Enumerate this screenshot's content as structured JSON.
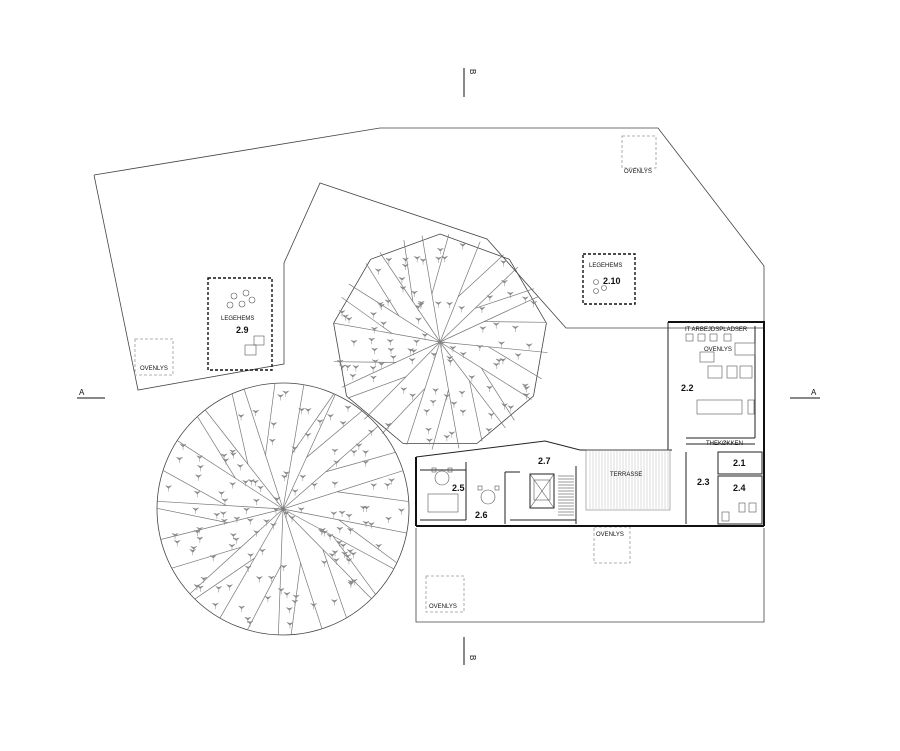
{
  "section_markers": {
    "a": "A",
    "b": "B"
  },
  "rooms": {
    "r2_1": "2.1",
    "r2_2": "2.2",
    "r2_3": "2.3",
    "r2_4": "2.4",
    "r2_5": "2.5",
    "r2_6": "2.6",
    "r2_7": "2.7",
    "r2_9": "2.9",
    "r2_10": "2.10"
  },
  "labels": {
    "it_arbejdspladser": "IT ARBEJDSPLADSER",
    "ovenlys": "OVENLYS",
    "legehems": "LEGEHEMS",
    "thekokken": "THEKØKKEN",
    "terrasse": "TERRASSE"
  },
  "colors": {
    "line": "#111111",
    "tree_leaf": "#8a8a8a",
    "background": "#ffffff"
  }
}
